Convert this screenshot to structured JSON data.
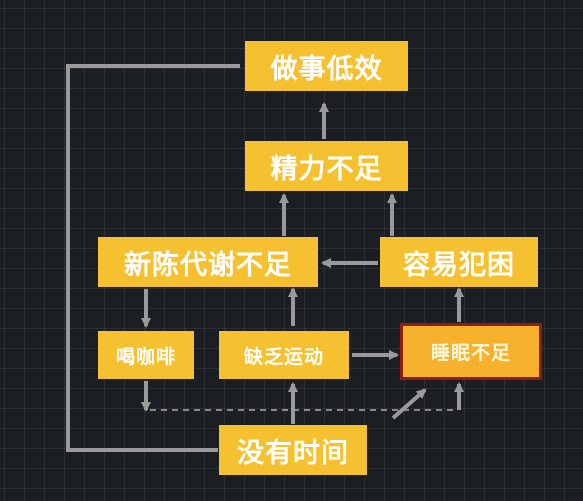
{
  "colors": {
    "background": "#1b1f24",
    "node_fill": "#f5c131",
    "node_text": "#ffffff",
    "highlight_border": "#8d1f12",
    "arrow": "#9a9a9a"
  },
  "nodes": {
    "inefficient": "做事低效",
    "low_energy": "精力不足",
    "low_metabolism": "新陈代谢不足",
    "easily_sleepy": "容易犯困",
    "drink_coffee": "喝咖啡",
    "lack_exercise": "缺乏运动",
    "lack_sleep": "睡眠不足",
    "no_time": "没有时间"
  }
}
